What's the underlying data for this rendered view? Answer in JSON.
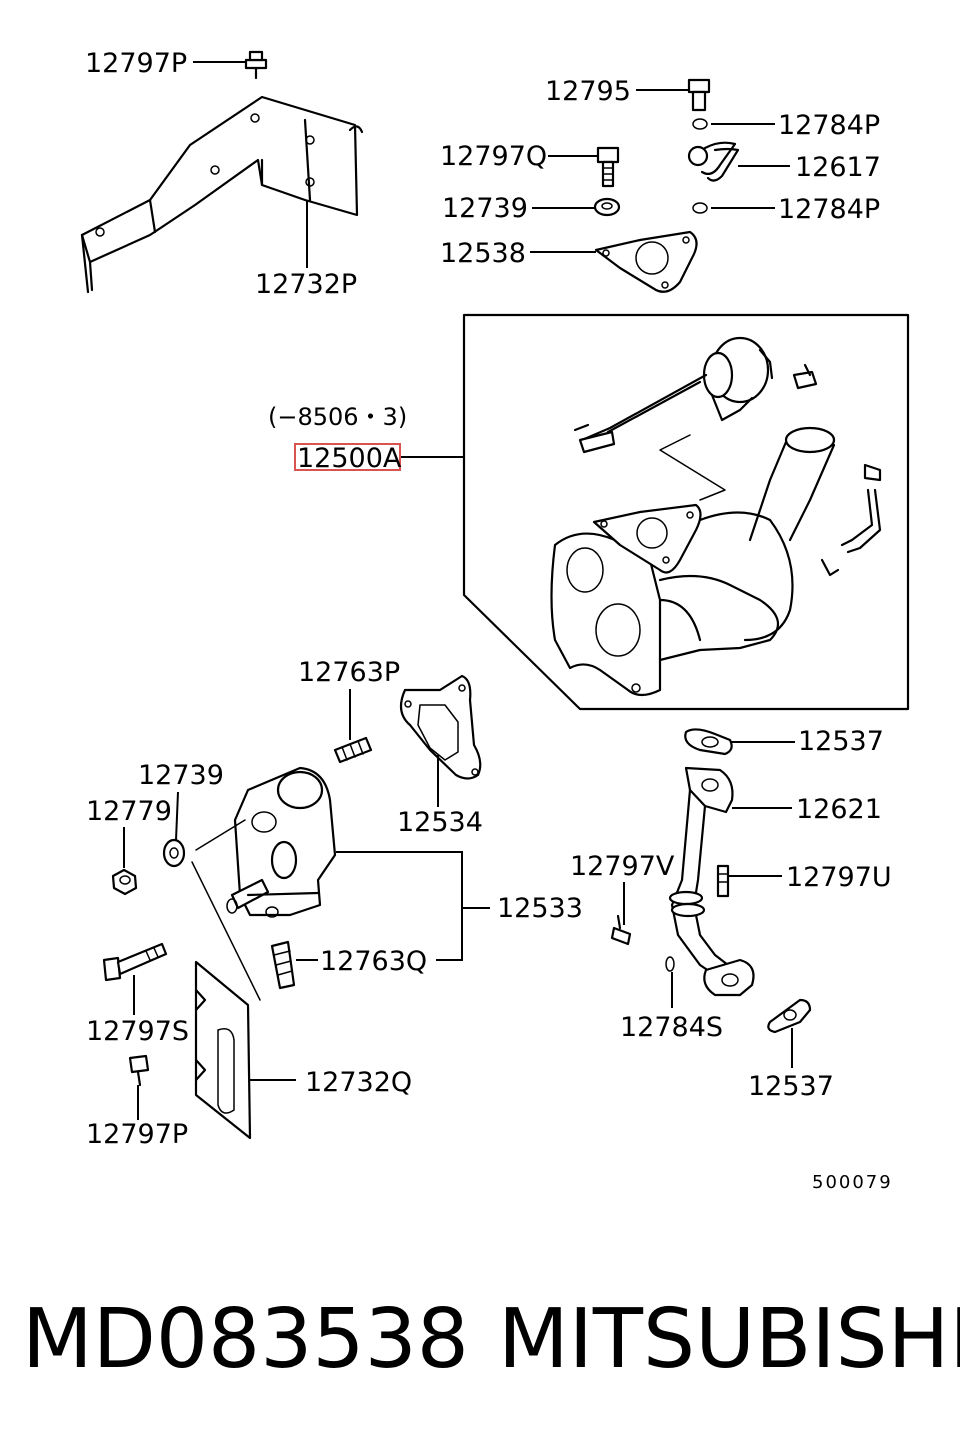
{
  "diagram": {
    "labels": {
      "l12797P_top": "12797P",
      "l12732P": "12732P",
      "l12795": "12795",
      "l12784P_a": "12784P",
      "l12797Q": "12797Q",
      "l12617": "12617",
      "l12739_top": "12739",
      "l12784P_b": "12784P",
      "l12538": "12538",
      "note_8506": "(−8506・3)",
      "l12500A": "12500A",
      "l12763P": "12763P",
      "l12739_left": "12739",
      "l12779": "12779",
      "l12534": "12534",
      "l12533": "12533",
      "l12763Q": "12763Q",
      "l12797S": "12797S",
      "l12732Q": "12732Q",
      "l12797P_bottom": "12797P",
      "l12537_a": "12537",
      "l12621": "12621",
      "l12797V": "12797V",
      "l12797U": "12797U",
      "l12784S": "12784S",
      "l12537_b": "12537",
      "drawing_code": "500079"
    },
    "highlight_color": "#d9534f"
  },
  "caption": {
    "part_number": "MD083538",
    "brand": "MITSUBISHI"
  }
}
